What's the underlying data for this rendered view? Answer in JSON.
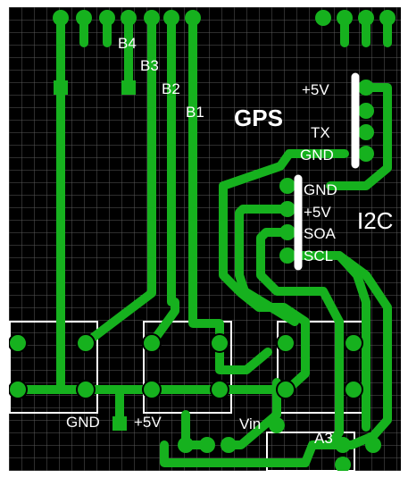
{
  "board": {
    "labels": {
      "b4": "B4",
      "b3": "B3",
      "b2": "B2",
      "b1": "B1",
      "gps": "GPS",
      "plus5v_top": "+5V",
      "tx": "TX",
      "gnd_top": "GND",
      "gnd_i2c": "GND",
      "plus5v_i2c": "+5V",
      "sda": "SOA",
      "scl": "SCL",
      "i2c": "I2C",
      "gnd_bottom": "GND",
      "plus5v_bottom": "+5V",
      "vin": "Vin",
      "a3": "A3"
    },
    "colors": {
      "background": "#000000",
      "grid": "#5a5a5a",
      "trace": "#16b11e",
      "silkscreen": "#ffffff",
      "outer": "#ffffff"
    }
  }
}
